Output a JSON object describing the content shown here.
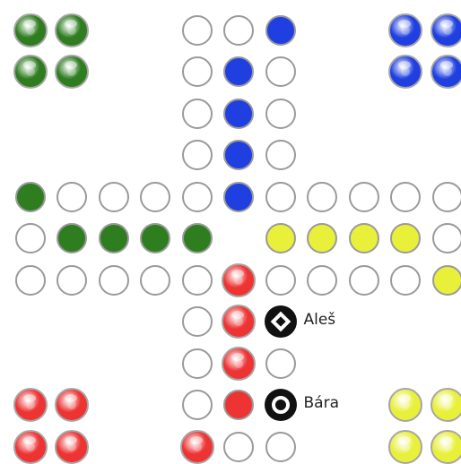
{
  "colors": {
    "empty": "#ffffff",
    "outline": "#9a9a9a",
    "green": "#2e7d1f",
    "blue": "#1f3fe0",
    "yellow": "#e8f03a",
    "red": "#ee3333"
  },
  "players": [
    {
      "name": "Aleš",
      "marker_icon": "diamond-marker-icon"
    },
    {
      "name": "Bára",
      "marker_icon": "ring-marker-icon"
    }
  ],
  "board": {
    "grid_size": 11,
    "track_cells": [
      {
        "row": 0,
        "col": 4,
        "fill": "empty"
      },
      {
        "row": 0,
        "col": 5,
        "fill": "empty"
      },
      {
        "row": 0,
        "col": 6,
        "fill": "blue"
      },
      {
        "row": 1,
        "col": 4,
        "fill": "empty"
      },
      {
        "row": 1,
        "col": 5,
        "fill": "blue"
      },
      {
        "row": 1,
        "col": 6,
        "fill": "empty"
      },
      {
        "row": 2,
        "col": 4,
        "fill": "empty"
      },
      {
        "row": 2,
        "col": 5,
        "fill": "blue"
      },
      {
        "row": 2,
        "col": 6,
        "fill": "empty"
      },
      {
        "row": 3,
        "col": 4,
        "fill": "empty"
      },
      {
        "row": 3,
        "col": 5,
        "fill": "blue"
      },
      {
        "row": 3,
        "col": 6,
        "fill": "empty"
      },
      {
        "row": 4,
        "col": 0,
        "fill": "green"
      },
      {
        "row": 4,
        "col": 1,
        "fill": "empty"
      },
      {
        "row": 4,
        "col": 2,
        "fill": "empty"
      },
      {
        "row": 4,
        "col": 3,
        "fill": "empty"
      },
      {
        "row": 4,
        "col": 4,
        "fill": "empty"
      },
      {
        "row": 4,
        "col": 5,
        "fill": "blue"
      },
      {
        "row": 4,
        "col": 6,
        "fill": "empty"
      },
      {
        "row": 4,
        "col": 7,
        "fill": "empty"
      },
      {
        "row": 4,
        "col": 8,
        "fill": "empty"
      },
      {
        "row": 4,
        "col": 9,
        "fill": "empty"
      },
      {
        "row": 4,
        "col": 10,
        "fill": "empty"
      },
      {
        "row": 5,
        "col": 0,
        "fill": "empty"
      },
      {
        "row": 5,
        "col": 1,
        "fill": "green"
      },
      {
        "row": 5,
        "col": 2,
        "fill": "green"
      },
      {
        "row": 5,
        "col": 3,
        "fill": "green"
      },
      {
        "row": 5,
        "col": 4,
        "fill": "green"
      },
      {
        "row": 5,
        "col": 6,
        "fill": "yellow"
      },
      {
        "row": 5,
        "col": 7,
        "fill": "yellow"
      },
      {
        "row": 5,
        "col": 8,
        "fill": "yellow"
      },
      {
        "row": 5,
        "col": 9,
        "fill": "yellow"
      },
      {
        "row": 5,
        "col": 10,
        "fill": "empty"
      },
      {
        "row": 6,
        "col": 0,
        "fill": "empty"
      },
      {
        "row": 6,
        "col": 1,
        "fill": "empty"
      },
      {
        "row": 6,
        "col": 2,
        "fill": "empty"
      },
      {
        "row": 6,
        "col": 3,
        "fill": "empty"
      },
      {
        "row": 6,
        "col": 4,
        "fill": "empty"
      },
      {
        "row": 6,
        "col": 6,
        "fill": "empty"
      },
      {
        "row": 6,
        "col": 7,
        "fill": "empty"
      },
      {
        "row": 6,
        "col": 8,
        "fill": "empty"
      },
      {
        "row": 6,
        "col": 9,
        "fill": "empty"
      },
      {
        "row": 6,
        "col": 10,
        "fill": "yellow"
      },
      {
        "row": 7,
        "col": 4,
        "fill": "empty"
      },
      {
        "row": 8,
        "col": 4,
        "fill": "empty"
      },
      {
        "row": 8,
        "col": 6,
        "fill": "empty"
      },
      {
        "row": 9,
        "col": 4,
        "fill": "empty"
      },
      {
        "row": 9,
        "col": 5,
        "fill": "red"
      },
      {
        "row": 10,
        "col": 5,
        "fill": "empty"
      },
      {
        "row": 10,
        "col": 6,
        "fill": "empty"
      }
    ],
    "pieces": [
      {
        "row": 0,
        "col": 0,
        "color": "green"
      },
      {
        "row": 0,
        "col": 1,
        "color": "green"
      },
      {
        "row": 1,
        "col": 0,
        "color": "green"
      },
      {
        "row": 1,
        "col": 1,
        "color": "green"
      },
      {
        "row": 0,
        "col": 9,
        "color": "blue"
      },
      {
        "row": 0,
        "col": 10,
        "color": "blue"
      },
      {
        "row": 1,
        "col": 9,
        "color": "blue"
      },
      {
        "row": 1,
        "col": 10,
        "color": "blue"
      },
      {
        "row": 9,
        "col": 0,
        "color": "red"
      },
      {
        "row": 9,
        "col": 1,
        "color": "red"
      },
      {
        "row": 10,
        "col": 0,
        "color": "red"
      },
      {
        "row": 10,
        "col": 1,
        "color": "red"
      },
      {
        "row": 9,
        "col": 9,
        "color": "yellow"
      },
      {
        "row": 9,
        "col": 10,
        "color": "yellow"
      },
      {
        "row": 10,
        "col": 9,
        "color": "yellow"
      },
      {
        "row": 10,
        "col": 10,
        "color": "yellow"
      },
      {
        "row": 6,
        "col": 5,
        "color": "red"
      },
      {
        "row": 7,
        "col": 5,
        "color": "red"
      },
      {
        "row": 8,
        "col": 5,
        "color": "red"
      },
      {
        "row": 10,
        "col": 4,
        "color": "red"
      }
    ],
    "markers": [
      {
        "row": 7,
        "col": 6,
        "player": 0
      },
      {
        "row": 9,
        "col": 6,
        "player": 1
      }
    ]
  }
}
